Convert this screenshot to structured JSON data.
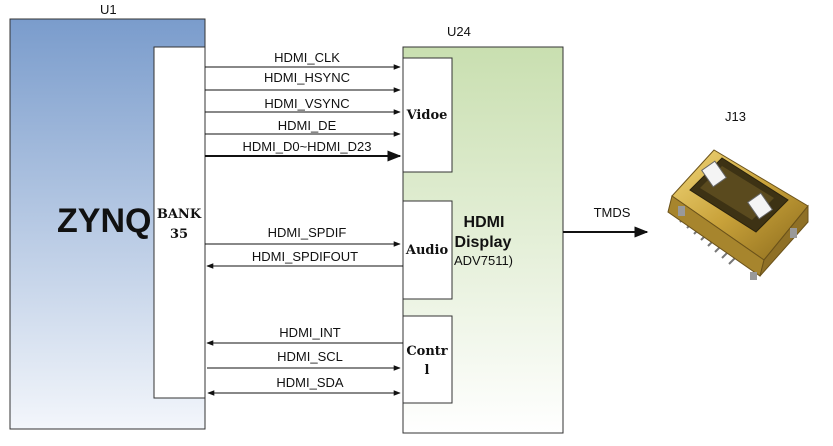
{
  "u1": {
    "ref": "U1",
    "chip": "ZYNQ",
    "bank_line1": "BANK",
    "bank_line2": "35"
  },
  "u24": {
    "ref": "U24",
    "video_block": "Vidoe",
    "audio_block": "Audio",
    "control_line1": "Contr",
    "control_line2": "l",
    "title_line1": "HDMI",
    "title_line2": "Display",
    "part": "ADV7511)"
  },
  "j13": {
    "ref": "J13"
  },
  "signals": {
    "hdmi_clk": "HDMI_CLK",
    "hdmi_hsync": "HDMI_HSYNC",
    "hdmi_vsync": "HDMI_VSYNC",
    "hdmi_de": "HDMI_DE",
    "hdmi_data": "HDMI_D0~HDMI_D23",
    "hdmi_spdif": "HDMI_SPDIF",
    "hdmi_spdifout": "HDMI_SPDIFOUT",
    "hdmi_int": "HDMI_INT",
    "hdmi_scl": "HDMI_SCL",
    "hdmi_sda": "HDMI_SDA",
    "tmds": "TMDS"
  },
  "colors": {
    "u1_top": "#7a9ccc",
    "u1_bottom": "#f3f6fb",
    "u24_top": "#c9dfb0",
    "u24_bottom": "#ffffff",
    "connector_gold": "#c9a23a"
  }
}
